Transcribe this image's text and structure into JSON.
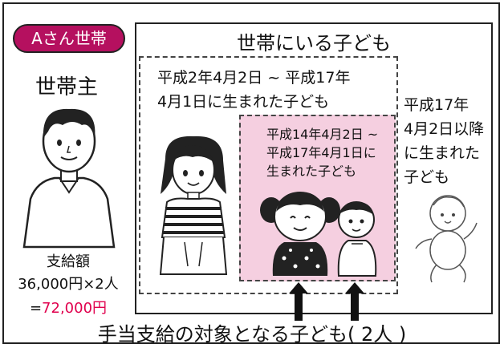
{
  "household_badge": "Aさん世帯",
  "head_of_household": "世帯主",
  "payment": {
    "label": "支給額",
    "formula": "36,000円×2人",
    "equals": "=",
    "total": "72,000円"
  },
  "children_title": "世帯にいる子ども",
  "older_group": {
    "line1": "平成2年4月2日 ~ 平成17年",
    "line2": "4月1日に生まれた子ども"
  },
  "target_group": {
    "line1": "平成14年4月2日 ~",
    "line2": "平成17年4月1日に",
    "line3": "生まれた子ども"
  },
  "younger_group": {
    "line1": "平成17年",
    "line2": "4月2日以降",
    "line3": "に生まれた",
    "line4": "子ども"
  },
  "bottom_label": "手当支給の対象となる子ども( 2人 )",
  "colors": {
    "badge": "#b5105f",
    "highlight_bg": "#f5cfe0",
    "total_text": "#e0004d"
  }
}
